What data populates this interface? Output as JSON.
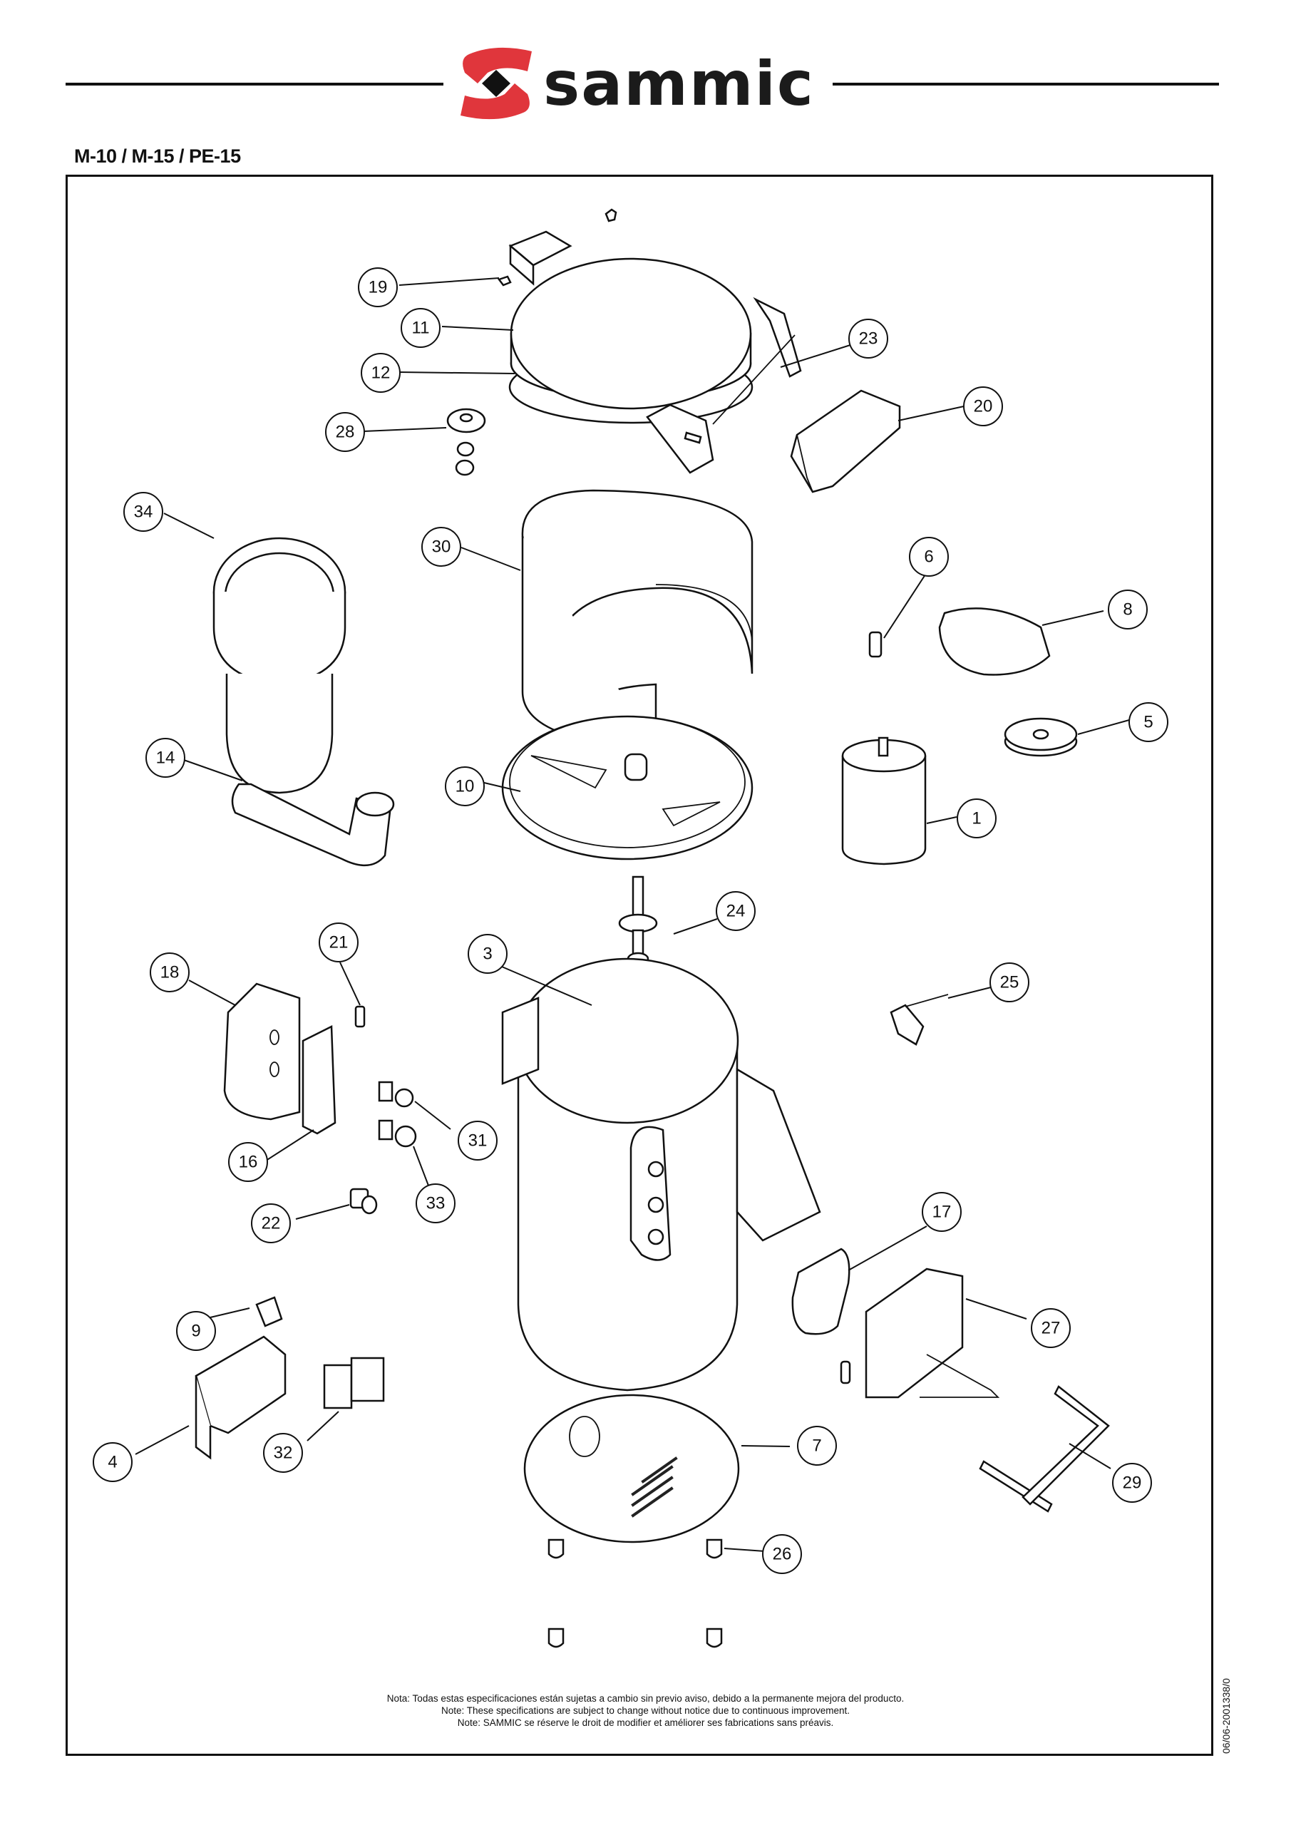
{
  "header": {
    "brand": "sammic",
    "brand_colors": {
      "mark": "#e0363c",
      "text": "#1b1b1b",
      "diamond": "#111111"
    },
    "model_title": "M-10 / M-15 / PE-15"
  },
  "diagram": {
    "type": "exploded parts diagram",
    "callouts": [
      "1",
      "3",
      "4",
      "5",
      "6",
      "7",
      "8",
      "9",
      "10",
      "11",
      "12",
      "14",
      "16",
      "17",
      "18",
      "19",
      "20",
      "21",
      "22",
      "23",
      "24",
      "25",
      "26",
      "27",
      "28",
      "29",
      "30",
      "31",
      "32",
      "33",
      "34"
    ]
  },
  "footer": {
    "notes": [
      "Nota: Todas estas especificaciones están sujetas a cambio sin previo aviso, debido a la permanente mejora del producto.",
      "Note: These specifications are subject to change without notice due to continuous improvement.",
      "Note: SAMMIC se réserve le droit de modifier et améliorer ses fabrications sans préavis."
    ],
    "document_code": "06/06-2001338/0"
  }
}
